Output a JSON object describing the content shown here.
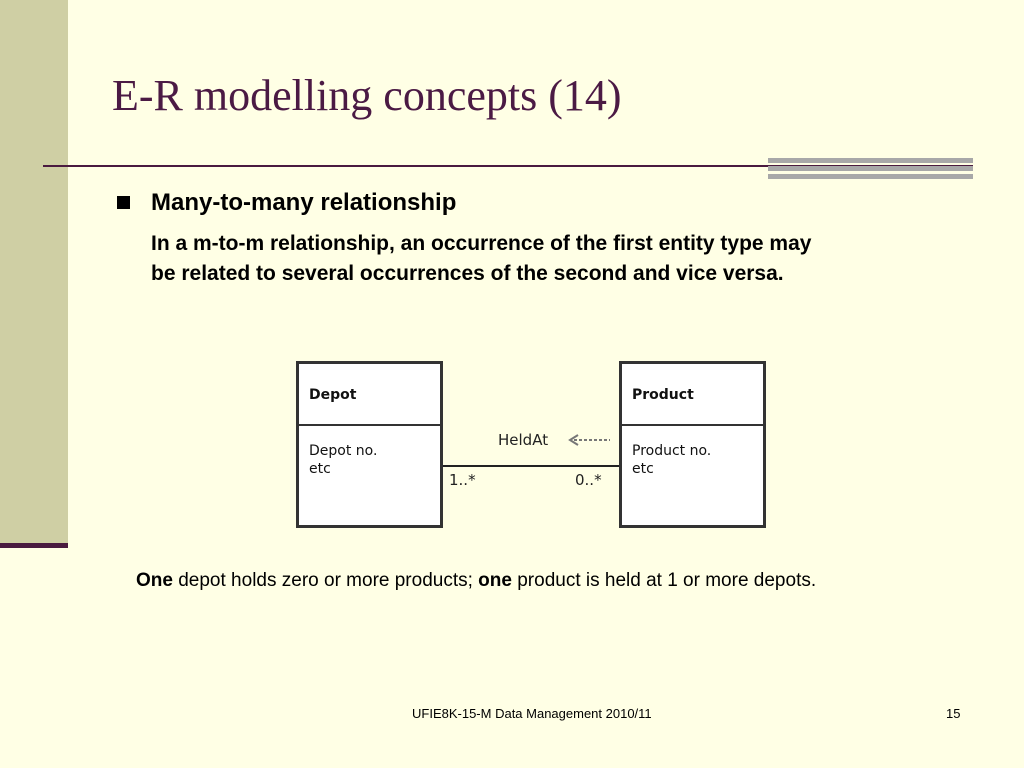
{
  "slide": {
    "title": "E-R modelling concepts (14)",
    "bullet": {
      "heading": "Many-to-many relationship",
      "body_lines": [
        "In a m-to-m relationship, an occurrence of the first entity type may",
        "be related to several occurrences of the second and vice versa."
      ]
    },
    "diagram": {
      "entities": [
        {
          "name": "Depot",
          "attributes": [
            "Depot no.",
            "etc"
          ]
        },
        {
          "name": "Product",
          "attributes": [
            "Product no.",
            "etc"
          ]
        }
      ],
      "association": {
        "name": "HeldAt",
        "multiplicity_left": "1..*",
        "multiplicity_right": "0..*",
        "direction_icon": "arrow-left-icon"
      }
    },
    "summary": {
      "part1_bold": "One",
      "part2": " depot holds zero or more products; ",
      "part3_bold": "one",
      "part4": " product is held at 1 or more depots."
    },
    "footer": "UFIE8K-15-M Data Management 2010/11",
    "page_number": "15"
  },
  "colors": {
    "background": "#ffffe5",
    "sidebar": "#cfcfa4",
    "accent": "#4b1a44",
    "rule_accent": "#a8a8a8"
  }
}
